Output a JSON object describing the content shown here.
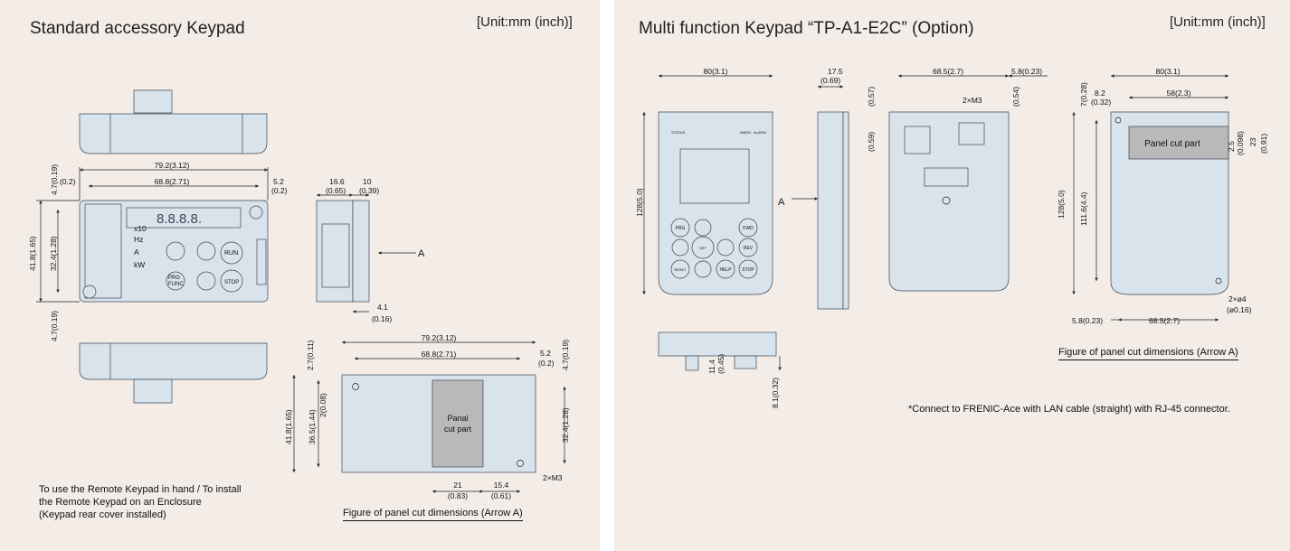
{
  "left": {
    "title": "Standard accessory Keypad",
    "unit": "[Unit:mm (inch)]",
    "dims": {
      "w_total": "79.2(3.12)",
      "w_inner": "68.8(2.71)",
      "margin_left": "(0.2)",
      "margin_right_mm": "5.2",
      "margin_right_in": "(0.2)",
      "top_off": "4.7(0.19)",
      "bottom_off": "4.7(0.19)",
      "h_total": "41.8(1.65)",
      "h_inner": "32.4(1.28)",
      "side_depth_mm": "16.6",
      "side_depth_in": "(0.65)",
      "side_top_mm": "10",
      "side_top_in": "(0.39)",
      "side_bottom_mm": "4.1",
      "side_bottom_in": "(0.16)",
      "arrow_label": "A"
    },
    "keypad": {
      "led_display": "8.8.8.8.",
      "unit_labels": [
        "Hz",
        "A",
        "kW"
      ],
      "x10": "x10",
      "btn_run": "RUN",
      "btn_prg": "PRG",
      "btn_func": "FUNC",
      "btn_stop": "STOP"
    },
    "cut": {
      "w_total": "79.2(3.12)",
      "w_inner": "68.8(2.71)",
      "right_mm": "5.2",
      "right_in": "(0.2)",
      "top_left": "2.7(0.11)",
      "top_right": "4.7(0.19)",
      "h_total": "41.8(1.65)",
      "h_cut": "36.5(1.44)",
      "hole_off": "2(0.08)",
      "h_right": "32.4(1.28)",
      "bottom_a_mm": "21",
      "bottom_a_in": "(0.83)",
      "bottom_b_mm": "15.4",
      "bottom_b_in": "(0.61)",
      "screw": "2×M3",
      "cut_label_1": "Panal",
      "cut_label_2": "cut part"
    },
    "note_lines": [
      "To use the Remote Keypad in hand / To install",
      "the Remote Keypad on an Enclosure",
      "(Keypad rear cover installed)"
    ],
    "caption": "Figure of panel cut dimensions (Arrow A)"
  },
  "right": {
    "title": "Multi function Keypad “TP-A1-E2C” (Option)",
    "unit": "[Unit:mm (inch)]",
    "front": {
      "width": "80(3.1)",
      "height": "128(5.0)",
      "arrow_label": "A",
      "status_labels": [
        "STATUS",
        "WARN",
        "ALARM"
      ],
      "buttons": [
        "PRG",
        "FWD",
        "REV",
        "HELP",
        "STOP",
        "SET",
        "RESET"
      ]
    },
    "side": {
      "depth_mm": "17.5",
      "depth_in": "(0.69)"
    },
    "back": {
      "width": "68.5(2.7)",
      "right": "5.8(0.23)",
      "top_a": "(0.57)",
      "top_b": "(0.54)",
      "side_a": "(0.59)",
      "screw": "2×M3"
    },
    "bottom_view": {
      "d1": "11.4",
      "d2": "(0.45)",
      "d3": "8.1(0.32)"
    },
    "cut": {
      "width": "80(3.1)",
      "inner": "58(2.3)",
      "left_mm": "8.2",
      "left_in": "(0.32)",
      "top": "7(0.28)",
      "height": "128(5.0)",
      "inner_h": "111.6(4.4)",
      "r1": "2.5",
      "r2": "(0.098)",
      "r3": "23",
      "r4": "(0.91)",
      "bottom_left": "5.8(0.23)",
      "bottom_right": "68.5(2.7)",
      "hole_a": "2×ø4",
      "hole_b": "(ø0.16)",
      "cut_label": "Panel cut part"
    },
    "caption": "Figure of panel cut dimensions (Arrow A)",
    "footnote": "*Connect to FRENIC-Ace with LAN cable (straight) with RJ-45 connector."
  },
  "colors": {
    "panel_bg": "#f3ece7",
    "device_fill": "#d9e3ec",
    "device_stroke": "#3a4654",
    "cut_gray": "#b9b9b9",
    "line": "#222222"
  }
}
